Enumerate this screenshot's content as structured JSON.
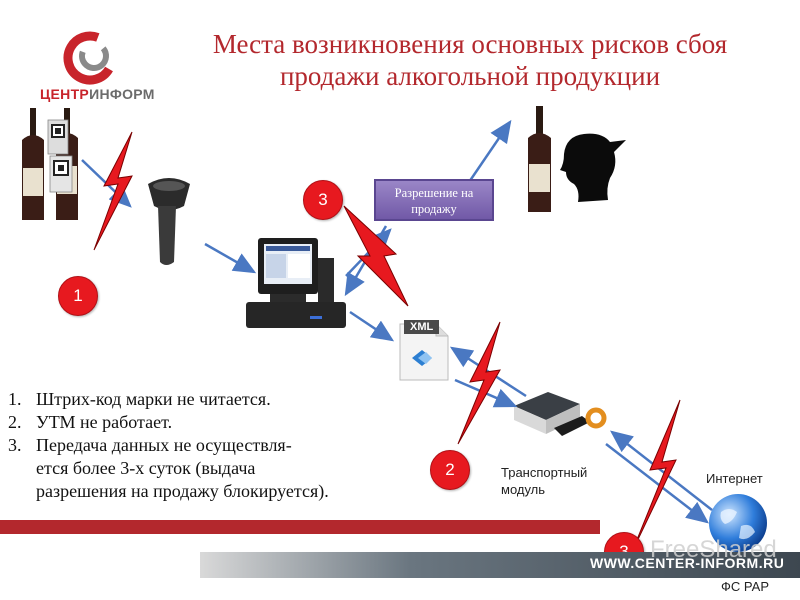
{
  "slide": {
    "title_line1": "Места возникновения основных рисков сбоя",
    "title_line2": "продажи алкогольной продукции"
  },
  "logo": {
    "part1": "ЦЕНТР",
    "part2": "ИНФОРМ"
  },
  "risk_markers": [
    "1",
    "2",
    "3",
    "3"
  ],
  "permit_box": {
    "line1": "Разрешение на",
    "line2": "продажу"
  },
  "xml_label": "XML",
  "labels": {
    "transport_line1": "Транспортный",
    "transport_line2": "модуль",
    "internet": "Интернет",
    "fsrar": "ФС РАР"
  },
  "risks": [
    {
      "num": "1.",
      "text": "Штрих-код марки не читается."
    },
    {
      "num": "2.",
      "text": "УТМ не работает."
    },
    {
      "num": "3.",
      "text": "Передача данных не осуществля-"
    }
  ],
  "risk3_cont_line1": "ется более 3-х суток (выдача",
  "risk3_cont_line2": "разрешения на продажу блокируется).",
  "footer": {
    "url": "WWW.CENTER-INFORM.RU",
    "watermark": "FreeShared"
  },
  "colors": {
    "accent_red": "#b3282d",
    "risk_red": "#e7191f",
    "permit_purple": "#7159a7",
    "arrow_blue": "#4a78c2"
  }
}
